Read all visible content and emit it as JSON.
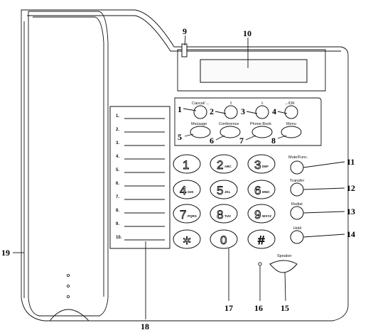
{
  "callouts": [
    "1",
    "2",
    "3",
    "4",
    "5",
    "6",
    "7",
    "8",
    "9",
    "10",
    "11",
    "12",
    "13",
    "14",
    "15",
    "16",
    "17",
    "18",
    "19"
  ],
  "function_labels": {
    "cancel": "Cancel/ ←",
    "ok": "→/OK",
    "message": "Message",
    "conference": "Conference",
    "phonebook": "Phone Book",
    "menu": "Menu",
    "mute": "Mute/Func.",
    "transfer": "Transfer",
    "redial": "Redial",
    "hold": "Hold",
    "speaker": "Speaker"
  },
  "keys": [
    {
      "digit": "1",
      "sub": ""
    },
    {
      "digit": "2",
      "sub": "ABC"
    },
    {
      "digit": "3",
      "sub": "DEF"
    },
    {
      "digit": "4",
      "sub": "GHI"
    },
    {
      "digit": "5",
      "sub": "JKL"
    },
    {
      "digit": "6",
      "sub": "MNO"
    },
    {
      "digit": "7",
      "sub": "PQRS"
    },
    {
      "digit": "8",
      "sub": "TUV"
    },
    {
      "digit": "9",
      "sub": "WXYZ"
    },
    {
      "digit": "∗",
      "sub": ""
    },
    {
      "digit": "0",
      "sub": ""
    },
    {
      "digit": "#",
      "sub": ""
    }
  ],
  "directory": [
    "1.",
    "2.",
    "3.",
    "4.",
    "5.",
    "6.",
    "7.",
    "8.",
    "9.",
    "10."
  ]
}
